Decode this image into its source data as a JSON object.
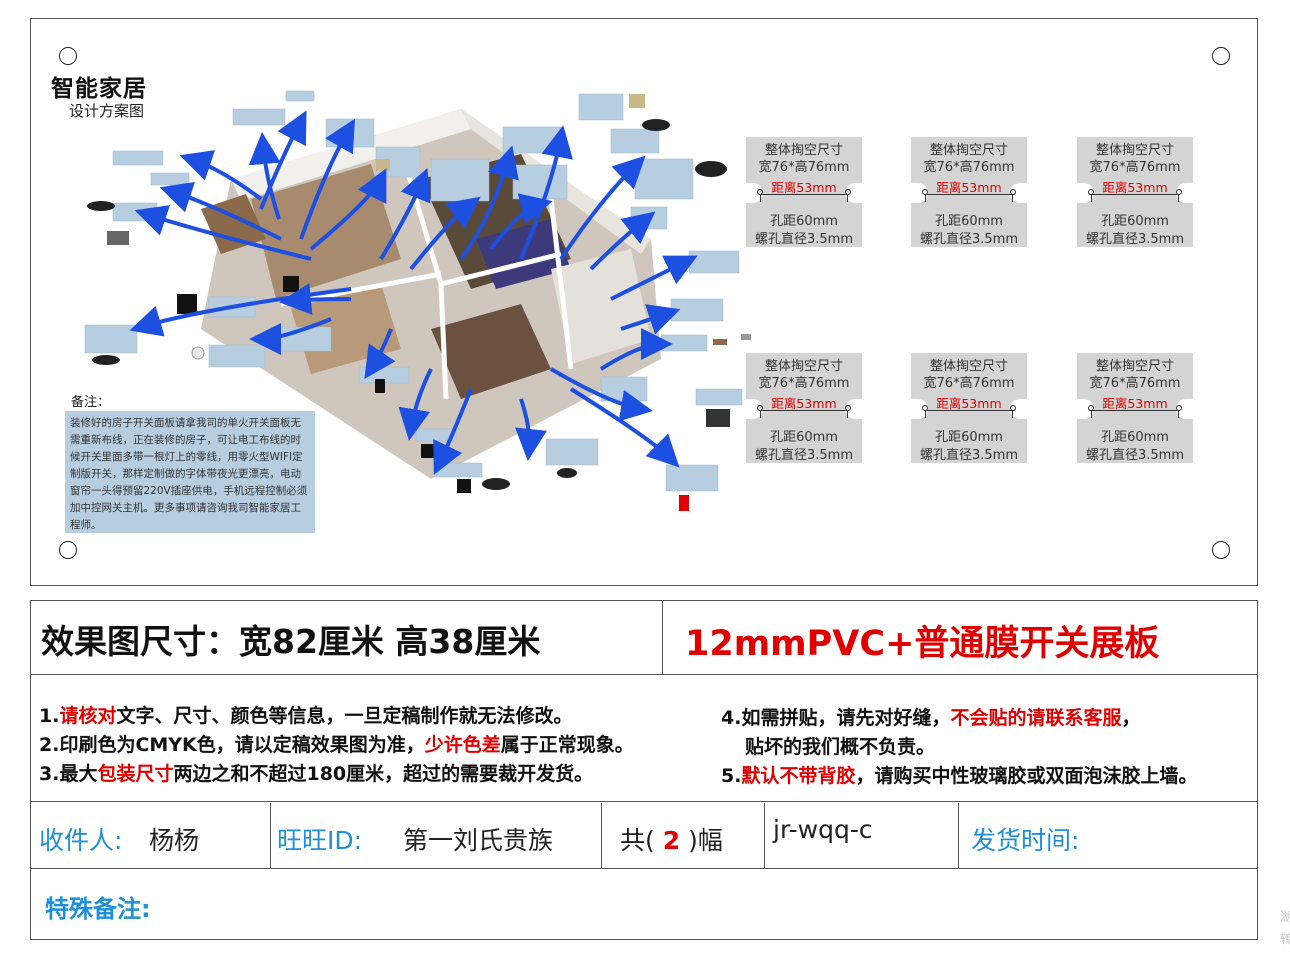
{
  "header": {
    "title": "智能家居",
    "subtitle": "设计方案图"
  },
  "notes": {
    "label": "备注：",
    "text": "装修好的房子开关面板请拿我司的单火开关面板无需重新布线，正在装修的房子，可让电工布线的时候开关里面多带一根灯上的零线，用零火型WIFI定制版开关，那样定制做的字体带夜光更漂亮，电动窗帘一头得预留220V插座供电，手机远程控制必须加中控网关主机。更多事项请咨询我司智能家居工程师。"
  },
  "spec": {
    "title": "整体掏空尺寸",
    "size": "宽76*高76mm",
    "distance": "距离53mm",
    "hole_pitch": "孔距60mm",
    "screw": "螺孔直径3.5mm"
  },
  "info": {
    "size_text": "效果图尺寸：宽82厘米  高38厘米",
    "board_text": "12mmPVC+普通膜开关展板",
    "line1": {
      "a": "1.",
      "b": "请核对",
      "c": "文字、尺寸、颜色等信息，一旦定稿制作就无法修改。"
    },
    "line2": {
      "a": "2.印刷色为CMYK色，请以定稿效果图为准，",
      "b": "少许色差",
      "c": "属于正常现象。"
    },
    "line3": {
      "a": "3.最大",
      "b": "包装尺寸",
      "c": "两边之和不超过180厘米，超过的需要裁开发货。"
    },
    "line4": {
      "a": "4.如需拼贴，请先对好缝，",
      "b": "不会贴的请联系客服",
      "c": "，"
    },
    "line4b": "贴坏的我们概不负责。",
    "line5": {
      "a": "5.",
      "b": "默认不带背胶",
      "c": "，请购买中性玻璃胶或双面泡沫胶上墙。"
    },
    "recipient_label": "收件人:",
    "recipient": "杨杨",
    "wangwang_label": "旺旺ID:",
    "wangwang": "第一刘氏贵族",
    "count_pre": "共(",
    "count": "2",
    "count_post": ")幅",
    "code": "jr-wqq-c",
    "ship_label": "发货时间:",
    "special_label": "特殊备注:"
  },
  "side_mark": "湖转",
  "colors": {
    "accent_red": "#e00000",
    "label_blue": "#1e8fd8",
    "note_bg": "#b7cde0",
    "spec_bg": "#d4d4d4",
    "arrow_blue": "#1d4fe0"
  }
}
